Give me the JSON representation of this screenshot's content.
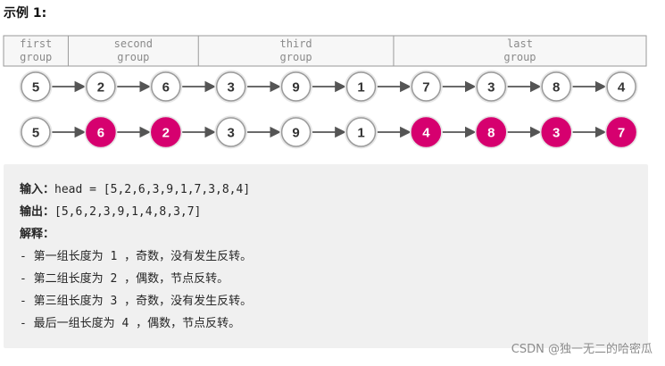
{
  "heading": "示例 1:",
  "groups": [
    {
      "line1": "first",
      "line2": "group",
      "from": 0,
      "to": 0
    },
    {
      "line1": "second",
      "line2": "group",
      "from": 1,
      "to": 2
    },
    {
      "line1": "third",
      "line2": "group",
      "from": 3,
      "to": 5
    },
    {
      "line1": "last",
      "line2": "group",
      "from": 6,
      "to": 9
    }
  ],
  "list_before": [
    5,
    2,
    6,
    3,
    9,
    1,
    7,
    3,
    8,
    4
  ],
  "list_after": [
    5,
    6,
    2,
    3,
    9,
    1,
    4,
    8,
    3,
    7
  ],
  "after_highlight": [
    false,
    true,
    true,
    false,
    false,
    false,
    true,
    true,
    true,
    true
  ],
  "colors": {
    "highlight": "#d6006f",
    "node_fill": "#ffffff",
    "node_stroke": "#9a9a9a",
    "arrow": "#555555",
    "group_border": "#9a9a9a",
    "group_bg": "#f7f7f7"
  },
  "explanation": {
    "input_label": "输入：",
    "input_value": "head = [5,2,6,3,9,1,7,3,8,4]",
    "output_label": "输出：",
    "output_value": "[5,6,2,3,9,1,4,8,3,7]",
    "explain_label": "解释：",
    "lines": [
      "- 第一组长度为 1 ，奇数，没有发生反转。",
      "- 第二组长度为 2 ，偶数，节点反转。",
      "- 第三组长度为 3 ，奇数，没有发生反转。",
      "- 最后一组长度为 4 ，偶数，节点反转。"
    ]
  },
  "watermark": "CSDN @独一无二的哈密瓜"
}
